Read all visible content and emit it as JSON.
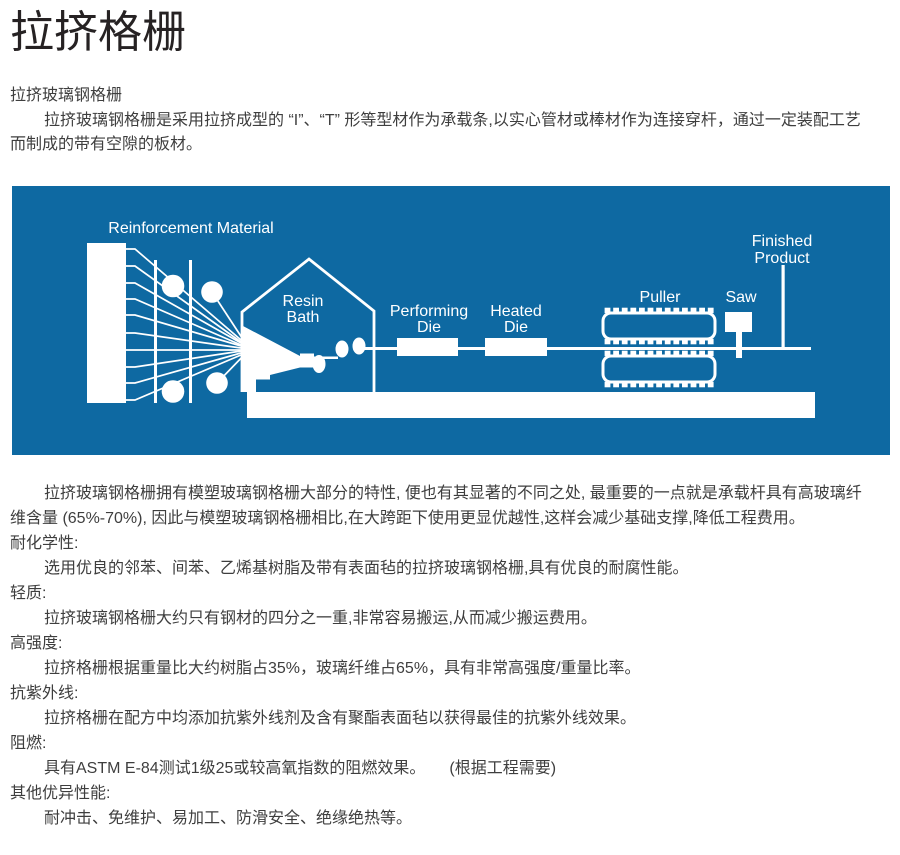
{
  "page": {
    "title": "拉挤格栅"
  },
  "intro": {
    "lines": [
      "拉挤玻璃钢格栅",
      "拉挤玻璃钢格栅是采用拉挤成型的 “I”、“T” 形等型材作为承载条,以实心管材或棒材作为连接穿杆，通过一定装配工艺",
      "而制成的带有空隙的板材。"
    ]
  },
  "diagram": {
    "background_color": "#0e69a2",
    "ink_color": "#ffffff",
    "labels": {
      "reinforcement": "Reinforcement Material",
      "resin_1": "Resin",
      "resin_2": "Bath",
      "performing_1": "Performing",
      "performing_2": "Die",
      "heated_1": "Heated",
      "heated_2": "Die",
      "puller": "Puller",
      "saw": "Saw",
      "finished_1": "Finished",
      "finished_2": "Product"
    }
  },
  "properties": {
    "lines": [
      "拉挤玻璃钢格栅拥有模塑玻璃钢格栅大部分的特性, 便也有其显著的不同之处, 最重要的一点就是承载杆具有高玻璃纤",
      "维含量 (65%-70%), 因此与模塑玻璃钢格栅相比,在大跨距下使用更显优越性,这样会减少基础支撑,降低工程费用。",
      "耐化学性:",
      "选用优良的邻苯、间苯、乙烯基树脂及带有表面毡的拉挤玻璃钢格栅,具有优良的耐腐性能。",
      "轻质:",
      "拉挤玻璃钢格栅大约只有钢材的四分之一重,非常容易搬运,从而减少搬运费用。",
      "高强度:",
      "拉挤格栅根据重量比大约树脂占35%，玻璃纤维占65%，具有非常高强度/重量比率。",
      "抗紫外线:",
      "拉挤格栅在配方中均添加抗紫外线剂及含有聚酯表面毡以获得最佳的抗紫外线效果。",
      "阻燃:",
      "具有ASTM E-84测试1级25或较高氧指数的阻燃效果。　　(根据工程需要)",
      "其他优异性能:",
      "耐冲击、免维护、易加工、防滑安全、绝缘绝热等。"
    ]
  }
}
